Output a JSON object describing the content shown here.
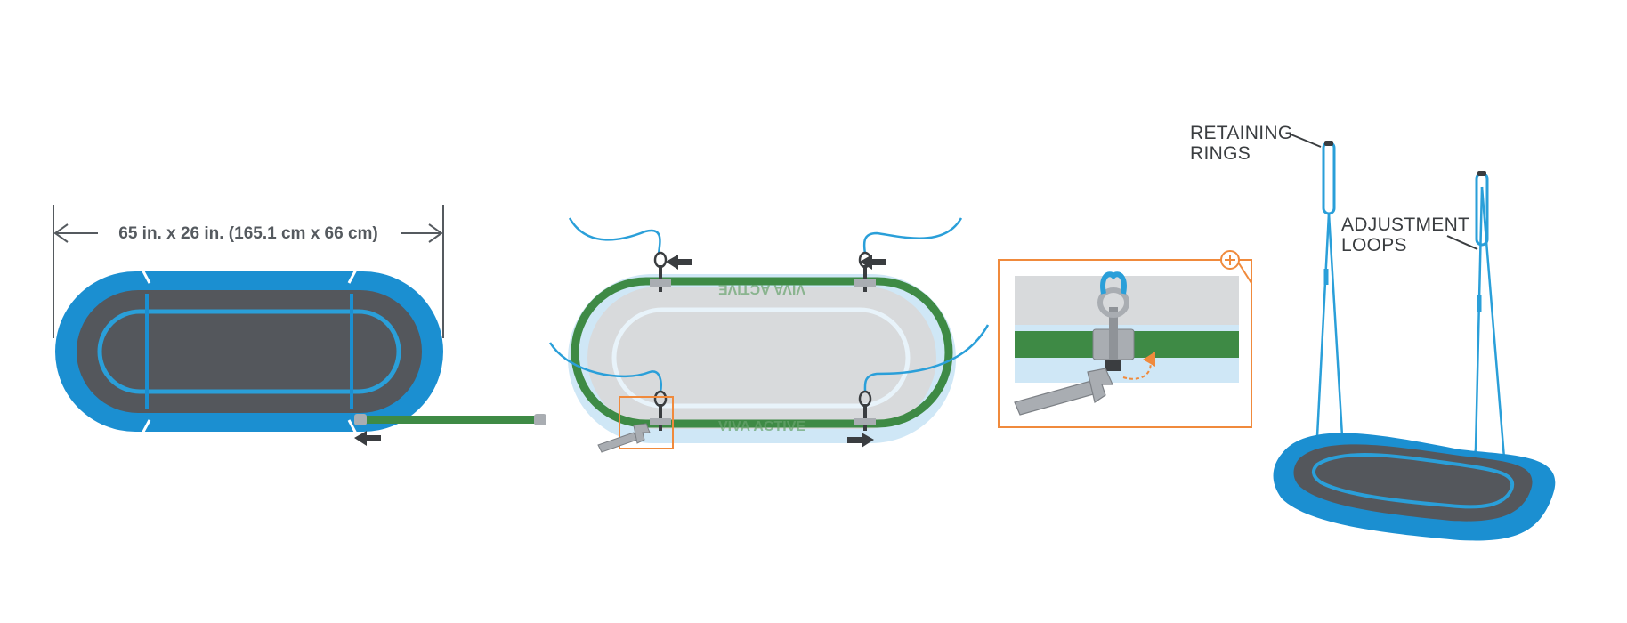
{
  "dimension_label": "65 in. x 26 in. (165.1 cm x 66 cm)",
  "brand_text": "VIVA ACTIVE",
  "callouts": {
    "retaining_rings": [
      "RETAINING",
      "RINGS"
    ],
    "adjustment_loops": [
      "ADJUSTMENT",
      "LOOPS"
    ]
  },
  "colors": {
    "swing_blue": "#1b8fd1",
    "seat_dark": "#54575c",
    "frame_green": "#3e8a45",
    "rope_blue": "#2a9fd9",
    "accent_orange": "#f08a3c",
    "arrow_dark": "#3a3d40",
    "metal_gray": "#a9adb2"
  },
  "icons": [
    "arrow-left-icon",
    "arrow-right-icon",
    "wrench-icon",
    "zoom-plus-icon",
    "curved-arrow-icon"
  ]
}
